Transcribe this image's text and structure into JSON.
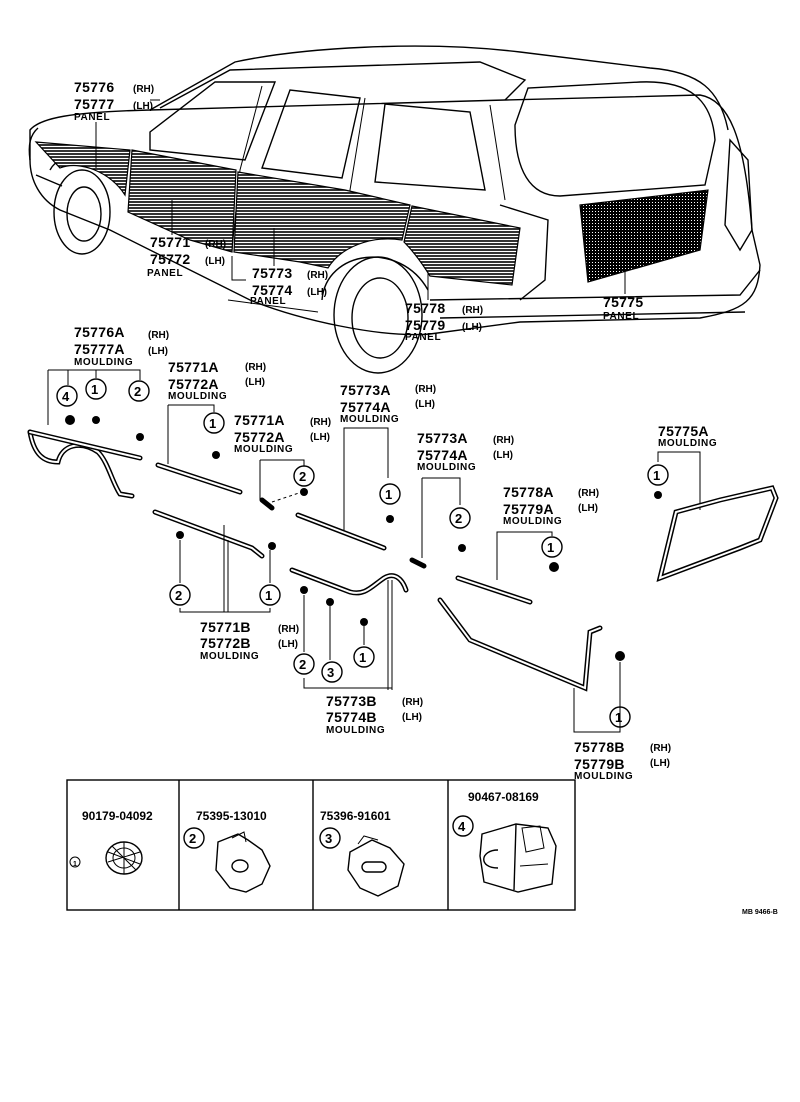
{
  "diagram": {
    "ref_code": "MB 9466-B",
    "side_rh": "(RH)",
    "side_lh": "(LH)",
    "panels": [
      {
        "rh": "75776",
        "lh": "75777",
        "word": "PANEL"
      },
      {
        "rh": "75771",
        "lh": "75772",
        "word": "PANEL"
      },
      {
        "rh": "75773",
        "lh": "75774",
        "word": "PANEL"
      },
      {
        "rh": "75778",
        "lh": "75779",
        "word": "PANEL"
      },
      {
        "single": "75775",
        "word": "PANEL"
      }
    ],
    "mouldings": [
      {
        "rh": "75776A",
        "lh": "75777A",
        "word": "MOULDING"
      },
      {
        "rh": "75771A",
        "lh": "75772A",
        "word": "MOULDING"
      },
      {
        "rh": "75771A",
        "lh": "75772A",
        "word": "MOULDING"
      },
      {
        "rh": "75773A",
        "lh": "75774A",
        "word": "MOULDING"
      },
      {
        "rh": "75773A",
        "lh": "75774A",
        "word": "MOULDING"
      },
      {
        "rh": "75778A",
        "lh": "75779A",
        "word": "MOULDING"
      },
      {
        "single": "75775A",
        "word": "MOULDING"
      },
      {
        "rh": "75771B",
        "lh": "75772B",
        "word": "MOULDING"
      },
      {
        "rh": "75773B",
        "lh": "75774B",
        "word": "MOULDING"
      },
      {
        "rh": "75778B",
        "lh": "75779B",
        "word": "MOULDING"
      }
    ],
    "callouts": [
      "1",
      "2",
      "3",
      "4"
    ],
    "parts": [
      {
        "callout": "1",
        "number": "90179-04092"
      },
      {
        "callout": "2",
        "number": "75395-13010"
      },
      {
        "callout": "3",
        "number": "75396-91601"
      },
      {
        "callout": "4",
        "number": "90467-08169"
      }
    ]
  }
}
